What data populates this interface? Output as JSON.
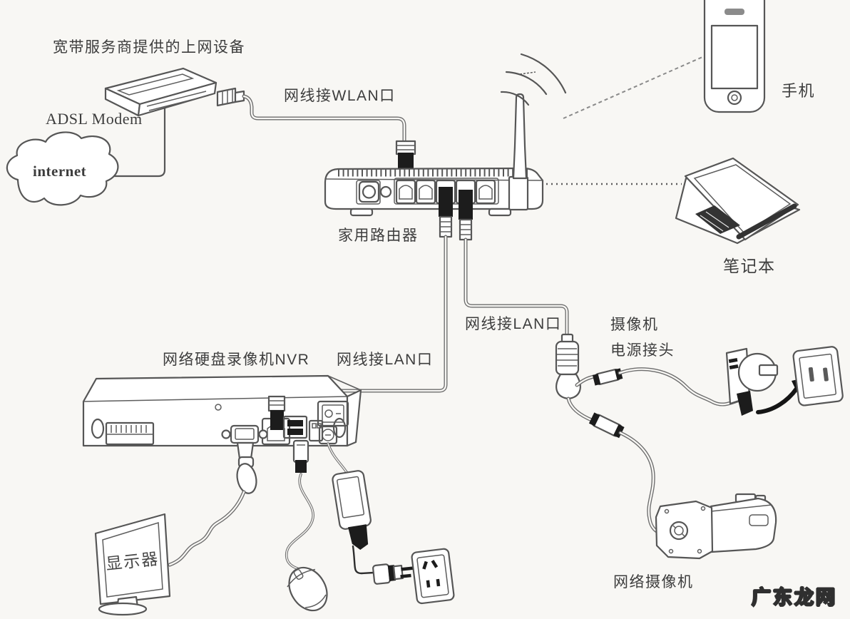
{
  "colors": {
    "background": "#f8f7f4",
    "ink": "#565656",
    "cable": "#6d6d6d",
    "connector_black": "#1c1c1c",
    "label_text": "#3d3d3d",
    "watermark_fill": "#ffffff",
    "watermark_outline": "#2f2f2f"
  },
  "labels": {
    "broadband_device": "宽带服务商提供的上网设备",
    "adsl_modem": "ADSL Modem",
    "internet": "internet",
    "wlan_cable": "网线接WLAN口",
    "home_router": "家用路由器",
    "phone": "手机",
    "laptop": "笔记本",
    "lan_cable_camera": "网线接LAN口",
    "camera_power_line1": "摄像机",
    "camera_power_line2": "电源接头",
    "nvr": "网络硬盘录像机NVR",
    "lan_cable_nvr": "网线接LAN口",
    "monitor": "显示器",
    "network_camera": "网络摄像机",
    "watermark": "广东龙网"
  }
}
